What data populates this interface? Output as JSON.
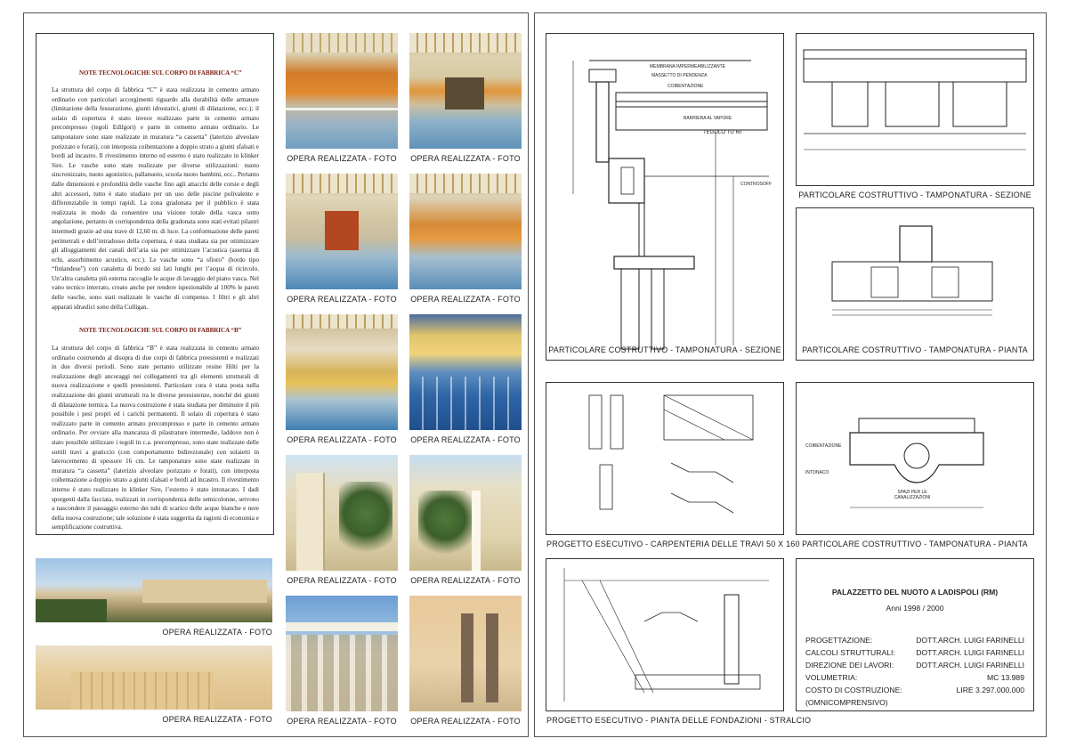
{
  "left_page": {
    "note_c": {
      "title": "NOTE TECNOLOGICHE SUL CORPO DI FABBRICA “C”",
      "body": "La struttura del corpo di fabbrica “C” è stata realizzata in cemento armato ordinario con particolari accorgimenti riguardo alla durabilità delle armature (limitazione della fessurazione, giunti idrostatici, giunti di dilatazione, ecc.); il solaio di copertura è stato invece realizzato parte in cemento armato precompresso (tegoli Edilgori) e parte in cemento armato ordinario. Le tamponature sono state realizzate in muratura “a cassetta” (laterizio alveolare porizzato e forati), con interposta coibentazione a doppio strato a giunti sfalsati e bordi ad incastro. Il rivestimento interno ed esterno è stato realizzato in klinker Sire. Le vasche sono state realizzate per diverse utilizzazioni: nuoto sincronizzato, nuoto agonistico, pallanuoto, scuola nuoto bambini, ecc.. Pertanto dalle dimensioni e profondità delle vasche fino agli attacchi delle corsie e degli altri accessori, tutto è stato studiato per un uso delle piscine polivalente e differenziabile in tempi rapidi. La zona gradonata per il pubblico è stata realizzata in modo da consentire una visione totale della vasca sotto angolazione, pertanto in corrispondenza della gradonata sono stati evitati pilastri intermedi grazie ad una trave di 12,60 m. di luce. La conformazione delle pareti perimetrali e dell’intradosso della copertura, è stata studiata sia per ottimizzare gli alloggiamenti dei canali dell’aria sia per ottimizzare l’acustica (assenza di echi, assorbimento acustico, ecc.). Le vasche sono “a sfioro” (bordo tipo “finlandese”) con canaletta di bordo sui lati lunghi per l’acqua di ricircolo. Un’altra canaletta più esterna raccoglie le acque di lavaggio del piano vasca. Nel vano tecnico interrato, creato anche per rendere ispezionabile al 100% le pareti delle vasche, sono stati realizzate le vasche di compenso. I filtri e gli altri apparati idraulici sono della Culligan."
    },
    "note_b": {
      "title": "NOTE TECNOLOGICHE SUL CORPO DI FABBRICA “B”",
      "body": "La struttura del corpo di fabbrica “B” è stata realizzata in cemento armato ordinario costruendo al disopra di due corpi di fabbrica preesistenti e realizzati in due diversi periodi. Sono state pertanto utilizzate resine Hilti per la realizzazione degli ancoraggi nei collegamenti tra gli elementi strutturali di nuova realizzazione e quelli preesistenti. Particolare cura è stata posta nella realizzazione dei giunti strutturali tra le diverse preesistenze, nonché dei giunti di dilatazione termica. La nuova costruzione è stata studiata per diminuire il più possibile i pesi propri ed i carichi permanenti. Il solaio di copertura è stato realizzato parte in cemento armato precompresso e parte in cemento armato ordinario. Per ovviare alla mancanza di pilastrature intermedie, laddove non è stato possibile utilizzare i tegoli in c.a. precompresso, sono state realizzate delle sottili travi a graticcio (con comportamento bidirezionale) con solaietti in laterocemento di spessore 16 cm. Le tamponature sono state realizzate in muratura “a cassetta” (laterizio alveolare porizzato e forati), con interposta coibentazione a doppio strato a giunti sfalsati e bordi ad incastro. Il rivestimento interno è stato realizzato in klinker Sire, l’esterno è stato intonacato. I dadi sporgenti dalla facciata, realizzati in corrispondenza delle semicolonne, servono a nascondere il passaggio esterno dei tubi di scarico delle acque bianche e nere della nuova costruzione; tale soluzione è stata suggerita da ragioni di economia e semplificazione costruttiva."
    },
    "photo_caption": "OPERA REALIZZATA  -  FOTO"
  },
  "right_page": {
    "drawings": [
      {
        "caption": "PARTICOLARE COSTRUTTIVO  -  TAMPONATURA - SEZIONE"
      },
      {
        "caption": "PARTICOLARE COSTRUTTIVO  -  TAMPONATURA - SEZIONE"
      },
      {
        "caption": "PARTICOLARE COSTRUTTIVO  -  TAMPONATURA - PIANTA"
      },
      {
        "caption": "PROGETTO ESECUTIVO  -  CARPENTERIA DELLE TRAVI 50 X 160"
      },
      {
        "caption": "PARTICOLARE COSTRUTTIVO  -  TAMPONATURA - PIANTA"
      },
      {
        "caption": "PROGETTO ESECUTIVO  -  PIANTA DELLE FONDAZIONI - STRALCIO"
      }
    ],
    "drawing_labels": {
      "membrana": "MEMBRANA IMPERMEABILIZZANTE",
      "massetto": "MASSETTO DI PENDENZA",
      "coibentazione": "COIBENTAZIONE",
      "barriera": "BARRIERA AL VAPORE",
      "tegolo": "TEGOLO TG 60",
      "controsoffitto": "CONTROSOFF",
      "coibentazione_b": "COIBENTAZIONE",
      "intonaco": "INTONACO",
      "spazi": "SPAZI PER LE CANALIZZAZIONI"
    },
    "info": {
      "title": "PALAZZETTO DEL NUOTO A LADISPOLI (RM)",
      "years": "Anni 1998 / 2000",
      "rows": [
        {
          "label": "PROGETTAZIONE:",
          "value": "DOTT.ARCH. LUIGI FARINELLI"
        },
        {
          "label": "CALCOLI STRUTTURALI:",
          "value": "DOTT.ARCH. LUIGI FARINELLI"
        },
        {
          "label": "DIREZIONE DEI LAVORI:",
          "value": "DOTT.ARCH. LUIGI FARINELLI"
        },
        {
          "label": "VOLUMETRIA:",
          "value": "MC 13.989"
        },
        {
          "label": "COSTO DI COSTRUZIONE:",
          "value": "LIRE 3.297.000.000"
        },
        {
          "label": "(OMNICOMPRENSIVO)",
          "value": ""
        }
      ]
    }
  }
}
